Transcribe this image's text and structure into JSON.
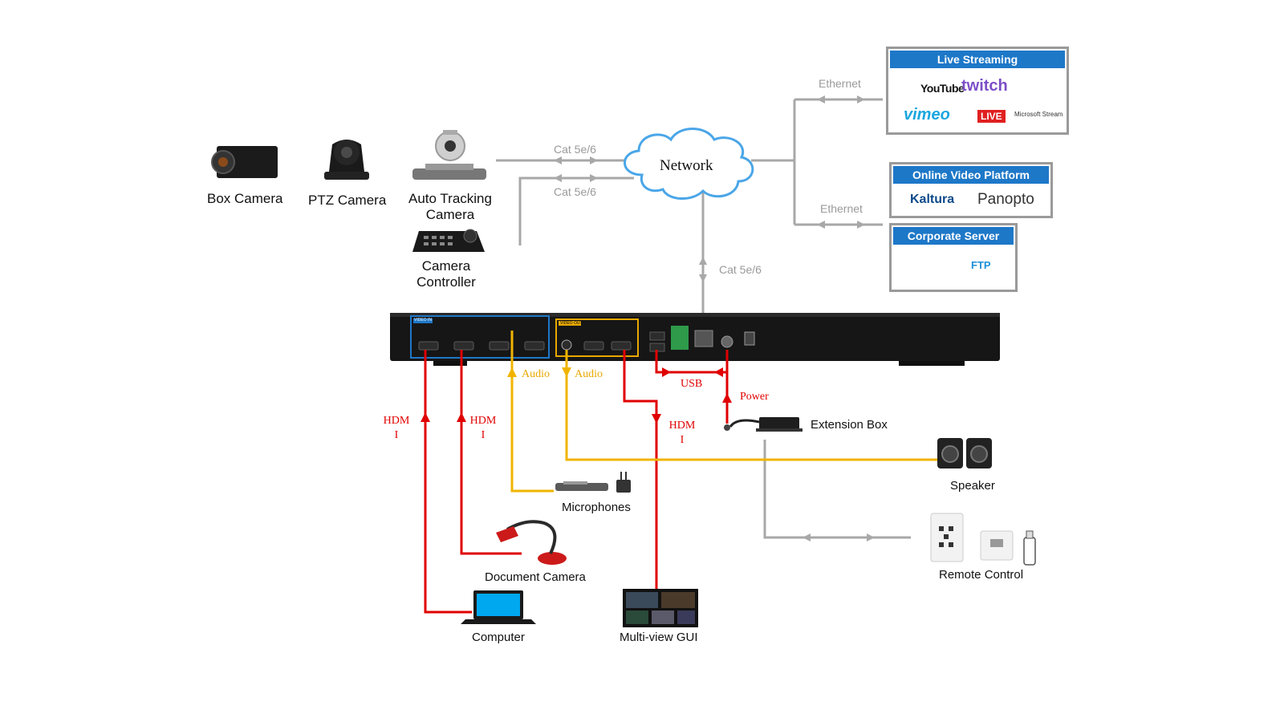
{
  "devices": {
    "box_camera": "Box Camera",
    "ptz_camera": "PTZ Camera",
    "auto_tracking_line1": "Auto Tracking",
    "auto_tracking_line2": "Camera",
    "controller_line1": "Camera",
    "controller_line2": "Controller",
    "network": "Network",
    "extension_box": "Extension Box",
    "speaker": "Speaker",
    "microphones": "Microphones",
    "document_camera": "Document Camera",
    "computer": "Computer",
    "multiview_gui": "Multi-view GUI",
    "remote_control": "Remote Control"
  },
  "connections": {
    "cat_top": "Cat 5e/6",
    "cat_mid": "Cat 5e/6",
    "cat_down": "Cat 5e/6",
    "ethernet_top": "Ethernet",
    "ethernet_bottom": "Ethernet",
    "audio_in": "Audio",
    "audio_out": "Audio",
    "usb": "USB",
    "power": "Power",
    "hdmi_a_line1": "HDM",
    "hdmi_a_line2": "I",
    "hdmi_b_line1": "HDM",
    "hdmi_b_line2": "I",
    "hdmi_c_line1": "HDM",
    "hdmi_c_line2": "I"
  },
  "services": {
    "live_streaming": {
      "title": "Live Streaming",
      "youtube": "YouTube",
      "twitch": "twitch",
      "vimeo": "vimeo",
      "facebook_live": "LIVE",
      "microsoft_stream": "Microsoft Stream"
    },
    "online_video": {
      "title": "Online Video Platform",
      "kaltura": "Kaltura",
      "panopto": "Panopto"
    },
    "corporate_server": {
      "title": "Corporate Server",
      "ftp": "FTP"
    }
  },
  "device_panel": {
    "video_in": "VIDEO IN",
    "video_out": "VIDEO OUT"
  },
  "colors": {
    "gray_line": "#a8a8a8",
    "red_line": "#e00000",
    "yellow_line": "#f0b400",
    "brand_blue": "#1e78c8"
  }
}
